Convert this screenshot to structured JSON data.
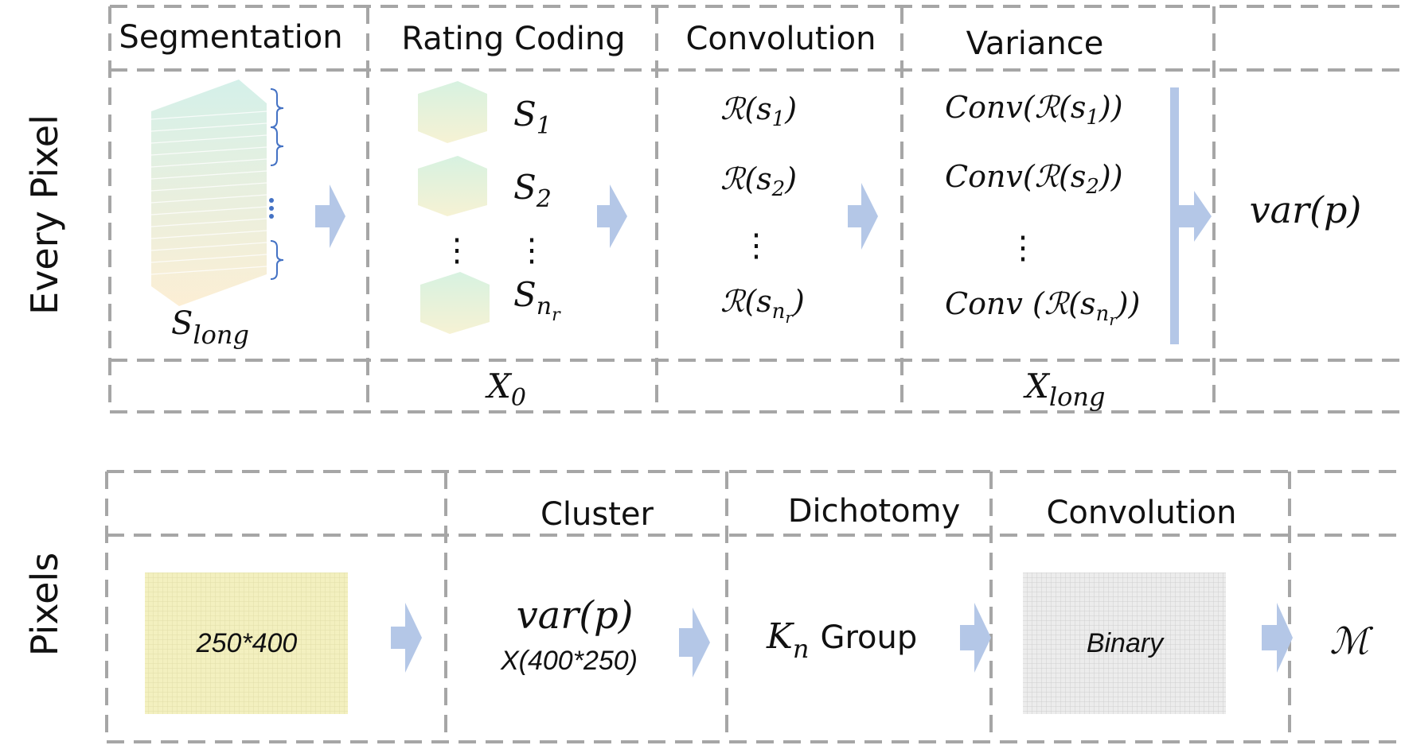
{
  "top_row": {
    "row_label": "Every Pixel",
    "headers": {
      "segmentation": "Segmentation",
      "rating_coding": "Rating Coding",
      "convolution": "Convolution",
      "variance": "Variance"
    },
    "segmentation_label": {
      "base": "S",
      "sub": "long"
    },
    "rating_items": [
      {
        "base": "S",
        "sub": "1"
      },
      {
        "base": "S",
        "sub": "2"
      },
      {
        "base": "S",
        "sub": "n",
        "subsub": "r"
      }
    ],
    "convolution_items": [
      {
        "pre": "ℛ(s",
        "sub": "1",
        "post": ")"
      },
      {
        "pre": "ℛ(s",
        "sub": "2",
        "post": ")"
      },
      {
        "pre": "ℛ(s",
        "sub": "n",
        "subsub": "r",
        "post": ")"
      }
    ],
    "variance_items": [
      {
        "pre": "Conv(ℛ(s",
        "sub": "1",
        "post": "))"
      },
      {
        "pre": "Conv(ℛ(s",
        "sub": "2",
        "post": "))"
      },
      {
        "pre": "Conv (ℛ(s",
        "sub": "n",
        "subsub": "r",
        "post": "))"
      }
    ],
    "output": "var(p)",
    "bottom_labels": {
      "x0": {
        "base": "X",
        "sub": "0"
      },
      "xlong": {
        "base": "X",
        "sub": "long"
      }
    },
    "ellipsis": "⋮"
  },
  "bottom_row": {
    "row_label": "Pixels",
    "headers": {
      "cluster": "Cluster",
      "dichotomy": "Dichotomy",
      "convolution": "Convolution"
    },
    "input_box": "250*400",
    "cluster_main": "var(p)",
    "cluster_sub": "X(400*250)",
    "group": {
      "base": "K",
      "sub": "n",
      "suffix": "Group"
    },
    "binary_box": "Binary",
    "output": "ℳ"
  },
  "colors": {
    "arrow": "#b4c7e7",
    "dash": "#a6a6a6",
    "brace": "#4472c4",
    "stack_top": "#c6ebe2",
    "stack_bottom": "#fbe9c6"
  }
}
